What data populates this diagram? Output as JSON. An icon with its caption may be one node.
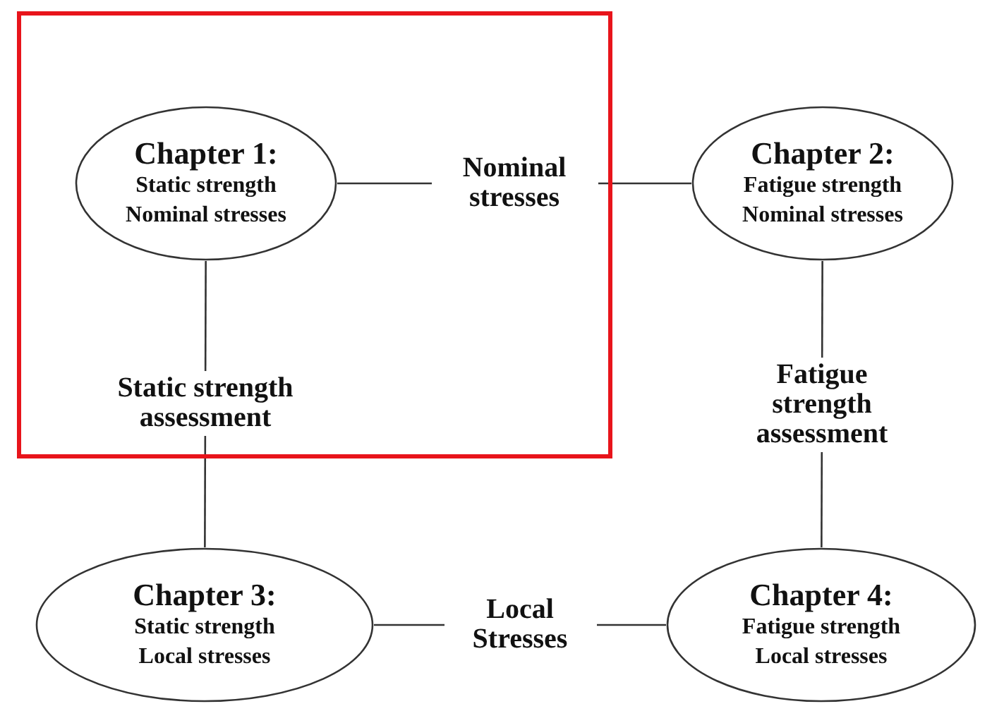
{
  "diagram": {
    "nodes": [
      {
        "text": [],
        "shape": "box"
      },
      {
        "text": [
          "Chapter 1:",
          "Static strength",
          "Nominal stresses"
        ],
        "in": 0
      },
      {
        "text": [
          "Chapter 2:",
          "Fatigue strength",
          "Nominal stresses"
        ]
      },
      {
        "text": [
          "Chapter 3:",
          "Static strength",
          "Local stresses"
        ]
      },
      {
        "text": [
          "Chapter 4:",
          "Fatigue strength",
          "Local stresses"
        ]
      }
    ],
    "edges": [
      {
        "from": 1,
        "to": 2,
        "arrow": "none",
        "label": "Nominal stresses"
      },
      {
        "from": 1,
        "to": 3,
        "arrow": "none",
        "label": "Static strength assessment"
      },
      {
        "from": 2,
        "to": 4,
        "arrow": "none",
        "label": "Fatigue strength assessment"
      },
      {
        "from": 3,
        "to": 4,
        "arrow": "none",
        "label": "Local Stresses"
      }
    ]
  }
}
